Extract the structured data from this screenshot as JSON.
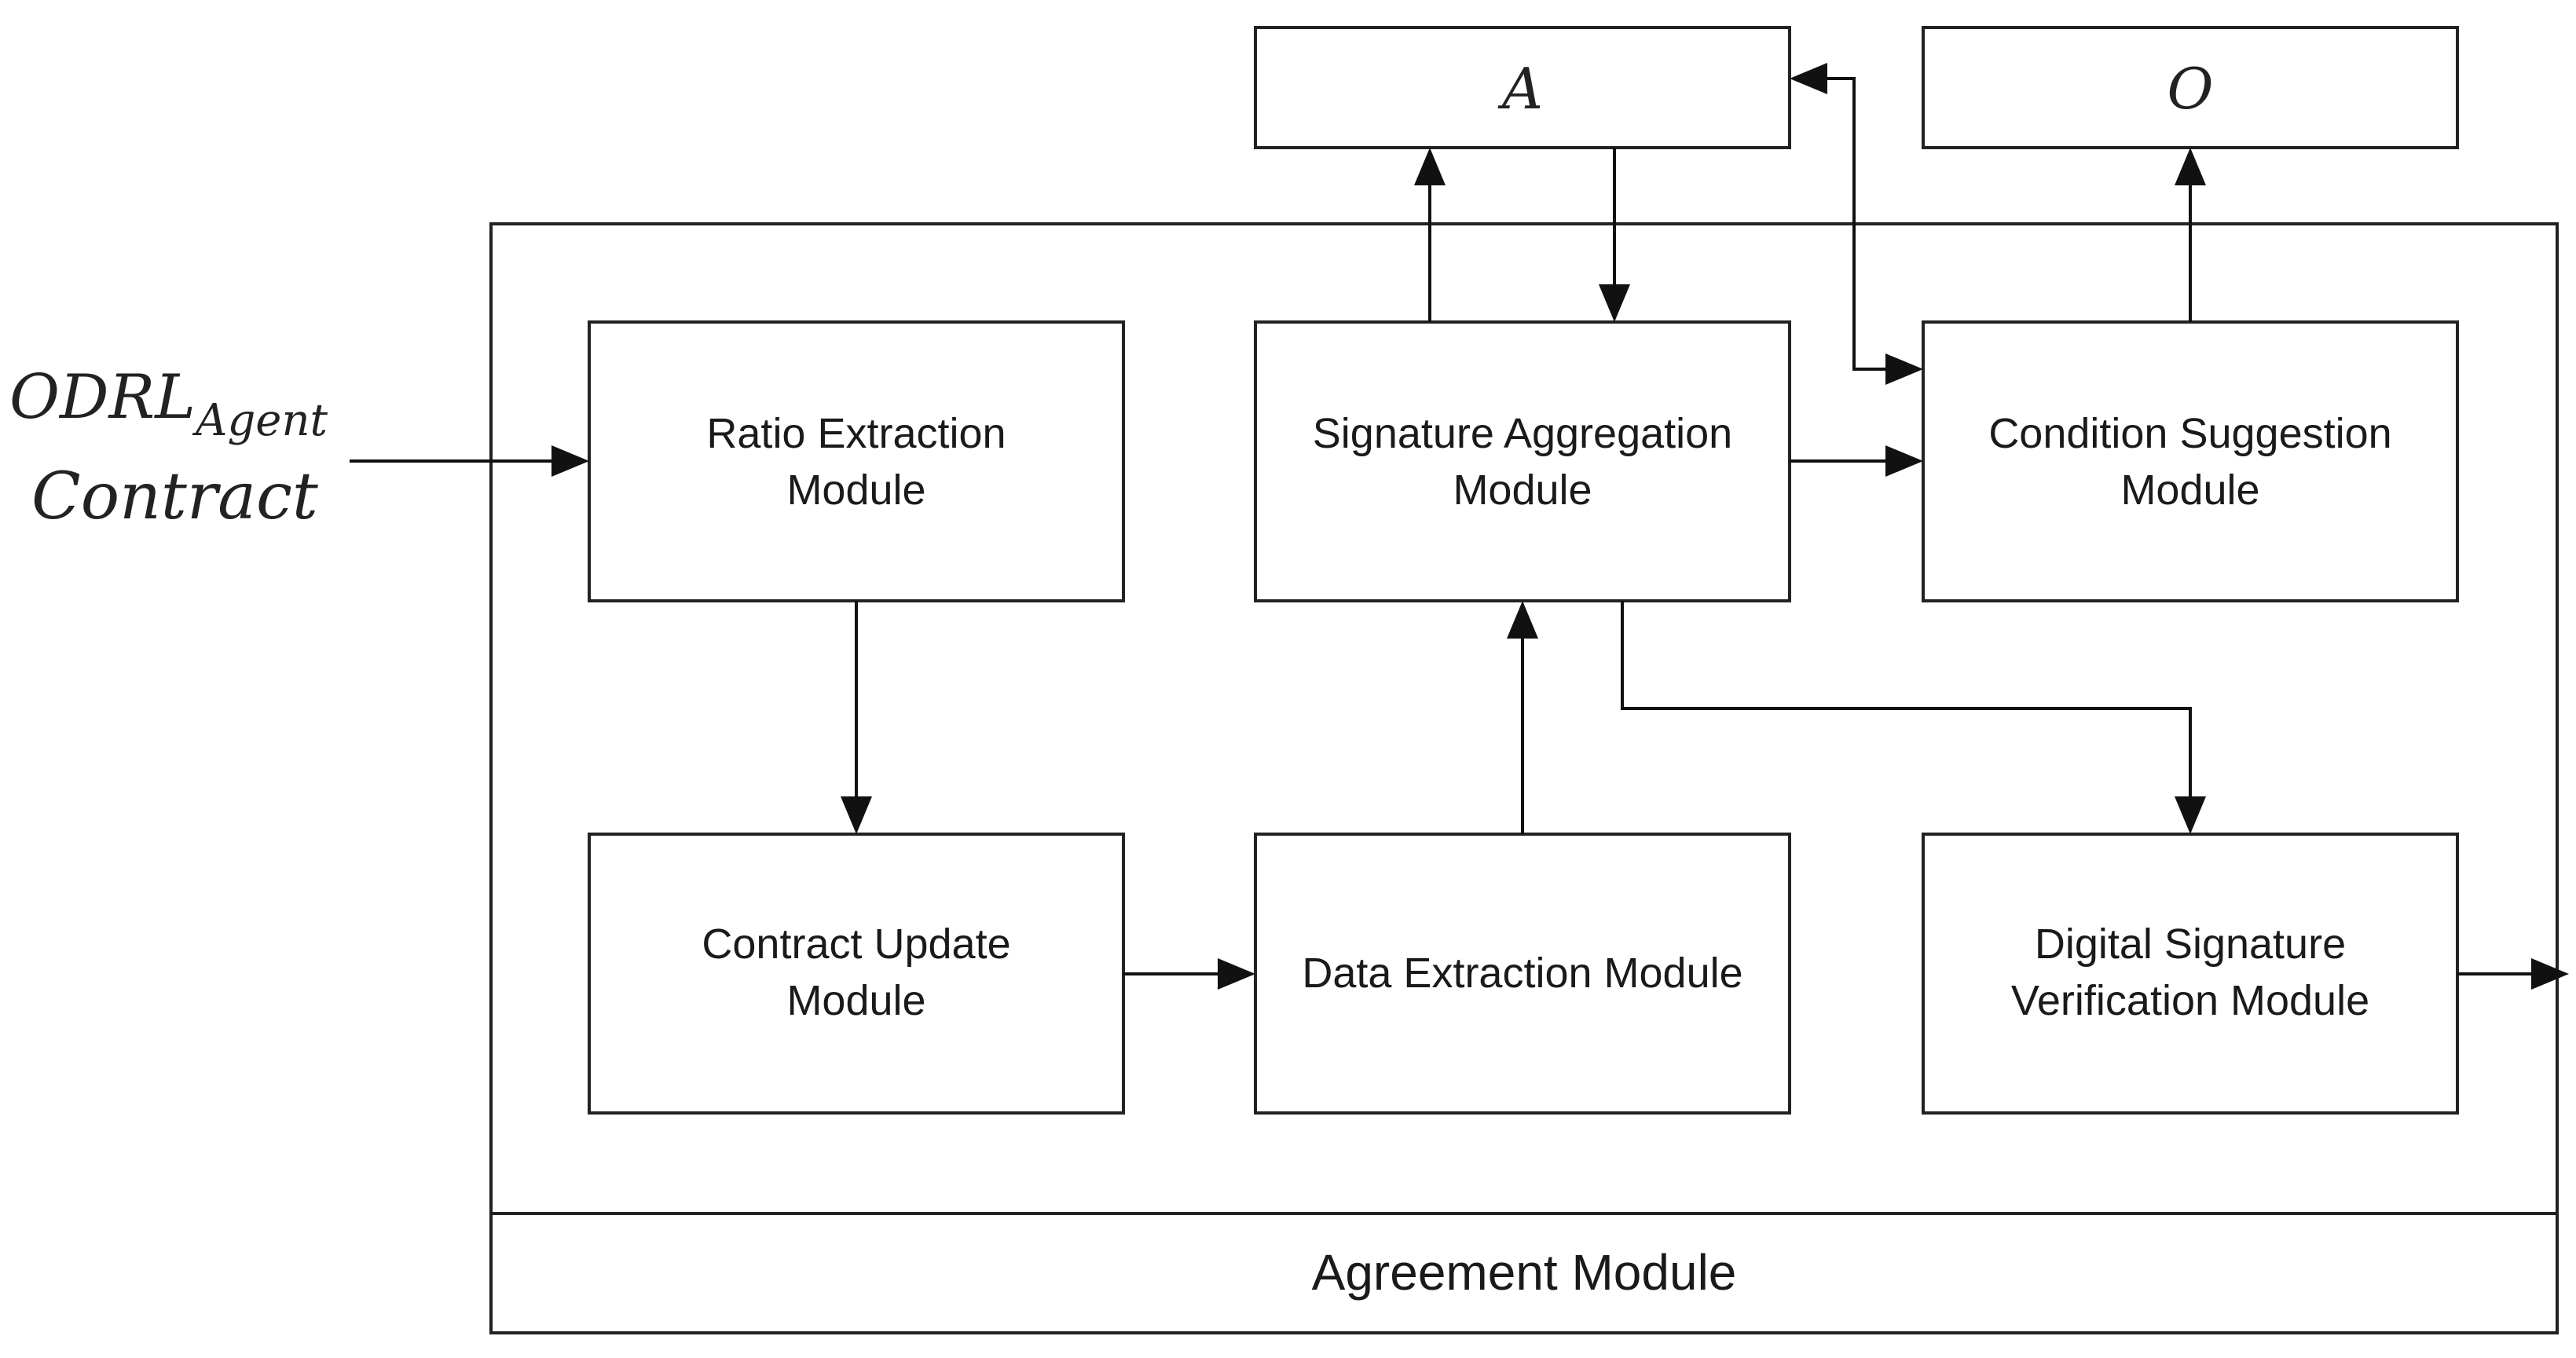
{
  "diagram": {
    "container_label": "Agreement Module",
    "input_label": {
      "main": "ODRL",
      "subscript": "Agent",
      "second_line": "Contract"
    },
    "outputs": {
      "a": "A",
      "o": "O"
    },
    "modules": {
      "ratio_extraction": [
        "Ratio Extraction",
        "Module"
      ],
      "signature_aggregation": [
        "Signature Aggregation",
        "Module"
      ],
      "condition_suggestion": [
        "Condition Suggestion",
        "Module"
      ],
      "contract_update": [
        "Contract Update",
        "Module"
      ],
      "data_extraction": [
        "Data Extraction Module"
      ],
      "digital_signature_verification": [
        "Digital Signature",
        "Verification Module"
      ]
    }
  }
}
